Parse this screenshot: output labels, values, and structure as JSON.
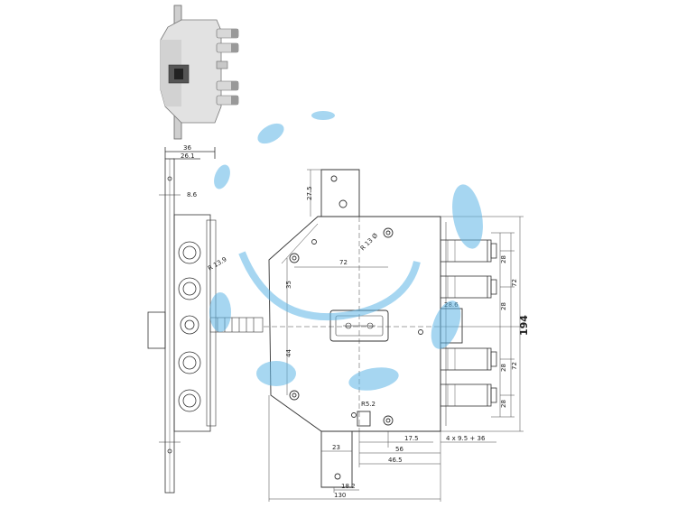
{
  "colors": {
    "line": "#333333",
    "thin": "#555555",
    "metal_light": "#e4e4e4",
    "metal_mid": "#bdbdbd",
    "metal_dark": "#8a8a8a",
    "watermark": "#5fb6e6"
  },
  "top_view": {
    "width_labels": [
      "36",
      "26.1"
    ],
    "note": "8.6"
  },
  "front_view": {
    "labels": {
      "top_hole_offset": "27.5",
      "handle_radius": "R 13.9",
      "bolt_pitch_top": "28",
      "bolt_pitch_mid": "28",
      "bolt_pitch_low": "28",
      "bolt_pitch_bot": "28",
      "span_upper": "72",
      "span_lower": "72",
      "total_height": "194",
      "upper_stroke": "28.6",
      "cam_radius": "R5.2",
      "left_height_upper": "35",
      "left_height_lower": "44",
      "center_to_hole": "72",
      "angle_note": "R 13 Ø",
      "dim_17_5": "17.5",
      "dim_56": "56",
      "dim_46_5": "46.5",
      "dim_bolts": "4 x 9.5 + 36",
      "dim_plate_bot": "23",
      "dim_18_2": "18.2",
      "dim_total_width": "130"
    }
  }
}
